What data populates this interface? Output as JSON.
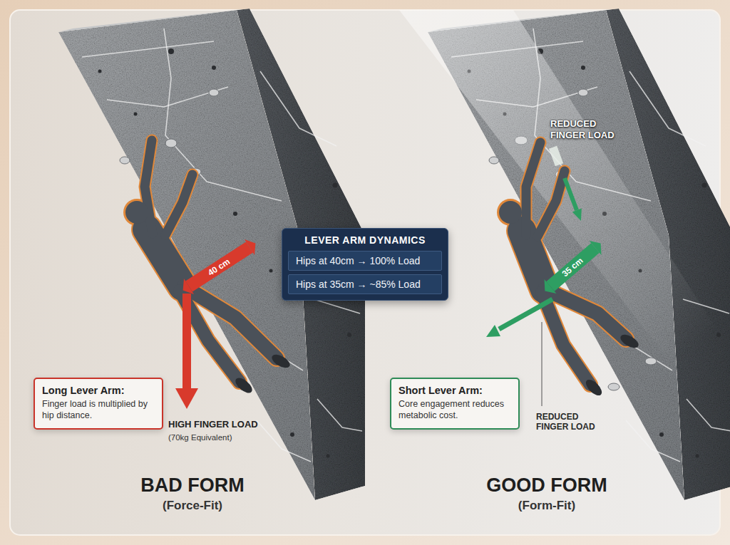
{
  "diagram": {
    "nodes": [
      {
        "text": [
          "LEVER ARM DYNAMICS",
          "Hips at 40cm → 100% Load",
          "Hips at 35cm → ~85% Load"
        ]
      },
      {
        "text": [
          "Long Lever Arm:",
          "Finger load is multiplied by hip distance."
        ]
      },
      {
        "text": [
          "Short Lever Arm:",
          "Core engagement reduces metabolic cost."
        ]
      }
    ],
    "labels": [
      "REDUCED FINGER LOAD",
      "40 cm",
      "35 cm",
      "HIGH FINGER LOAD",
      "(70kg Equivalent)",
      "REDUCED FINGER LOAD",
      "BAD FORM",
      "(Force-Fit)",
      "GOOD FORM",
      "(Form-Fit)"
    ]
  }
}
